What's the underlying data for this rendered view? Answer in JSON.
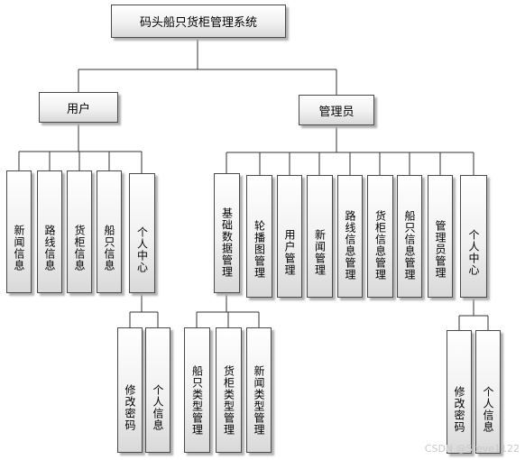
{
  "root": "码头船只货柜管理系统",
  "user": {
    "label": "用户",
    "children": [
      "新闻信息",
      "路线信息",
      "货柜信息",
      "船只信息",
      "个人中心"
    ],
    "personal_center_children": [
      "修改密码",
      "个人信息"
    ]
  },
  "admin": {
    "label": "管理员",
    "children": [
      "基础数据管理",
      "轮播图管理",
      "用户管理",
      "新闻管理",
      "路线信息管理",
      "货柜信息管理",
      "船只信息管理",
      "管理员管理",
      "个人中心"
    ],
    "basic_data_children": [
      "船只类型管理",
      "货柜类型管理",
      "新闻类型管理"
    ],
    "personal_center_children": [
      "修改密码",
      "个人信息"
    ]
  },
  "watermark": "CSDN @Steve1122",
  "colors": {
    "line": "#333333",
    "border": "#4a4a4a",
    "box_top": "#ffffff",
    "box_bottom": "#d9d9d9"
  }
}
